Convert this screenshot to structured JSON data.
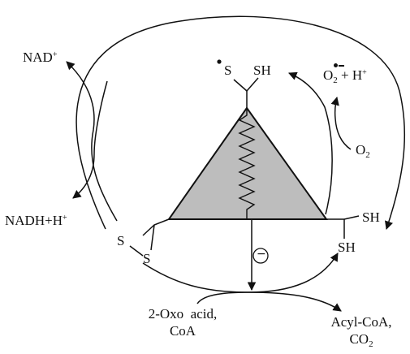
{
  "labels": {
    "nad_plus": {
      "base": "NAD",
      "sup": "+"
    },
    "nadh": {
      "base": "NADH+H",
      "sup": "+"
    },
    "superoxide": {
      "o": "O",
      "sub": "2",
      "rest": " + H",
      "sup": "+"
    },
    "o2": {
      "o": "O",
      "sub": "2"
    },
    "s_radical": "S",
    "sh_top": "SH",
    "s_bottom_1": "S",
    "s_bottom_2": "S",
    "sh_right_1": "SH",
    "sh_right_2": "SH",
    "minus_symbol": "−",
    "oxo_line1": "2-Oxo  acid,",
    "oxo_line2": "CoA",
    "acyl_line1": "Acyl-CoA,",
    "acyl_line2": {
      "base": "CO",
      "sub": "2"
    }
  },
  "colors": {
    "triangle_fill": "#bdbdbd",
    "stroke": "#111111"
  }
}
